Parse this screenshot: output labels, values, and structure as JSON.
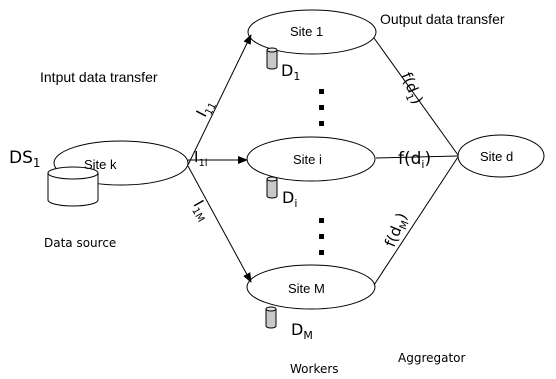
{
  "labels": {
    "input_transfer": "Intput data transfer",
    "output_transfer": "Output data transfer",
    "data_source": "Data source",
    "workers": "Workers",
    "aggregator": "Aggregator"
  },
  "source": {
    "site": "Site k",
    "dataset_base": "DS",
    "dataset_sub": "1"
  },
  "workers": [
    {
      "site": "Site 1",
      "data_base": "D",
      "data_sub": "1",
      "in_base": "I",
      "in_sub": "11",
      "out_text": "f(d",
      "out_sub": "1",
      "out_close": ")"
    },
    {
      "site": "Site i",
      "data_base": "D",
      "data_sub": "i",
      "in_base": "I",
      "in_sub": "1i",
      "out_text": "f(d",
      "out_sub": "i",
      "out_close": ")"
    },
    {
      "site": "Site M",
      "data_base": "D",
      "data_sub": "M",
      "in_base": "I",
      "in_sub": "1M",
      "out_text": "f(d",
      "out_sub": "M",
      "out_close": ")"
    }
  ],
  "aggregator_site": "Site d",
  "colors": {
    "stroke": "#000000",
    "text": "#000000",
    "background": "#ffffff"
  }
}
